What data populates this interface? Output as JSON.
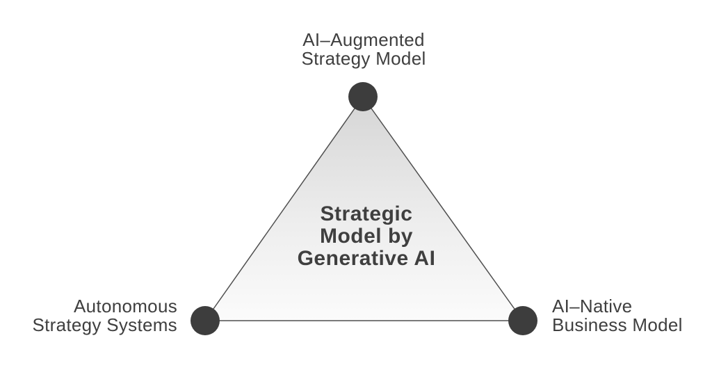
{
  "diagram": {
    "center_label": {
      "lines": [
        "Strategic",
        "Model by",
        "Generative AI"
      ]
    },
    "nodes": {
      "top": {
        "line1": "AI–Augmented",
        "line2": "Strategy Model"
      },
      "left": {
        "line1": "Autonomous",
        "line2": "Strategy Systems"
      },
      "right": {
        "line1": "AI–Native",
        "line2": "Business Model"
      }
    }
  },
  "colors": {
    "node_fill": "#3d3d3d",
    "edge_stroke": "#4f4f4f",
    "triangle_top": "#d5d5d5",
    "triangle_mid": "#ededed",
    "triangle_bottom": "#fbfbfb",
    "label_text": "#3f3f3f",
    "background": "#ffffff"
  }
}
